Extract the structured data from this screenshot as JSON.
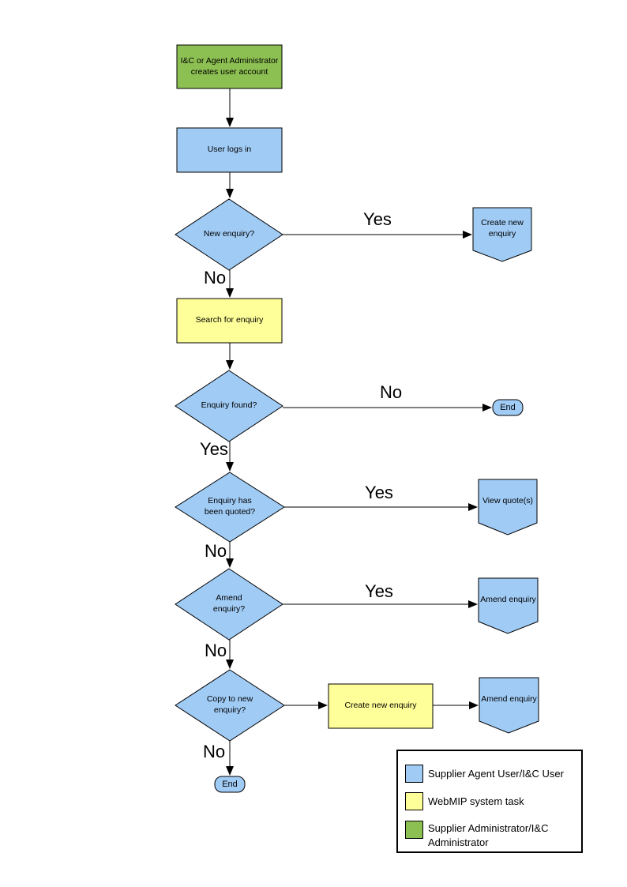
{
  "colors": {
    "shape_blue": "#A0CBF5",
    "task_yellow": "#FFFF99",
    "admin_green": "#8DC052",
    "outline": "#000000",
    "page_background": "#FFFFFF"
  },
  "nodes": {
    "create_account": "I&C or Agent Administrator creates user account",
    "user_login": "User logs in",
    "new_enquiry_q": "New enquiry?",
    "create_new_enquiry": "Create new enquiry",
    "search_enquiry": "Search for enquiry",
    "enquiry_found_q": "Enquiry found?",
    "end_top": "End",
    "enquiry_quoted_q": "Enquiry has been quoted?",
    "view_quotes": "View quote(s)",
    "amend_enquiry_q": "Amend enquiry?",
    "amend_enquiry": "Amend enquiry",
    "copy_to_new_q": "Copy to new enquiry?",
    "create_new_enquiry_task": "Create new enquiry",
    "amend_enquiry_2": "Amend enquiry",
    "end_bottom": "End"
  },
  "edge_labels": {
    "new_enquiry_yes": "Yes",
    "new_enquiry_no": "No",
    "enquiry_found_no": "No",
    "enquiry_found_yes": "Yes",
    "quoted_yes": "Yes",
    "quoted_no": "No",
    "amend_yes": "Yes",
    "amend_no": "No",
    "copy_no": "No"
  },
  "legend": {
    "items": [
      {
        "color": "#A0CBF5",
        "label": "Supplier Agent User/I&C User"
      },
      {
        "color": "#FFFF99",
        "label": "WebMIP system task"
      },
      {
        "color": "#8DC052",
        "label": "Supplier Administrator/I&C Administrator"
      }
    ]
  }
}
